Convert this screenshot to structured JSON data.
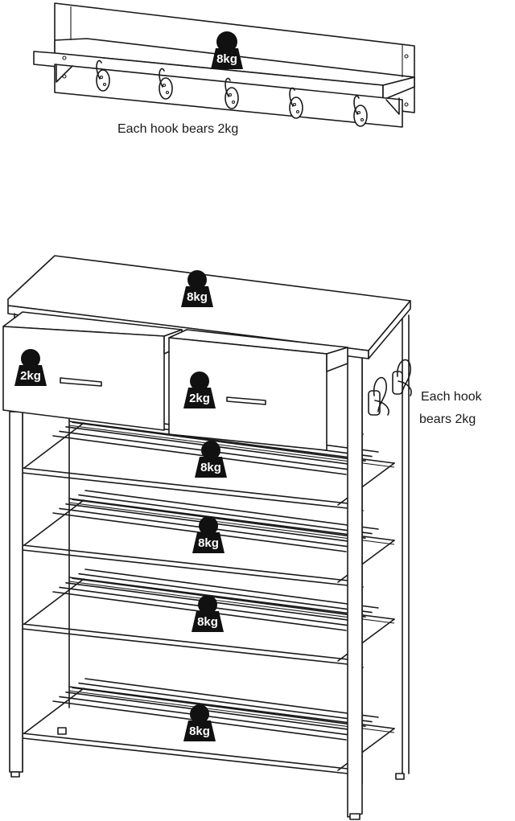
{
  "shelf_label": "Each hook bears 2kg",
  "side_hook_label_line1": "Each hook",
  "side_hook_label_line2": "bears 2kg",
  "weights": {
    "wall_shelf": "8kg",
    "top": "8kg",
    "drawer_left": "2kg",
    "drawer_right": "2kg",
    "shelf_1": "8kg",
    "shelf_2": "8kg",
    "shelf_3": "8kg",
    "shelf_bottom": "8kg"
  },
  "colors": {
    "line": "#1a1a1a",
    "weight_fill": "#111111",
    "background": "#ffffff"
  },
  "icons": {
    "weight": "kettlebell-weight-icon",
    "hook": "coat-hook-icon"
  }
}
